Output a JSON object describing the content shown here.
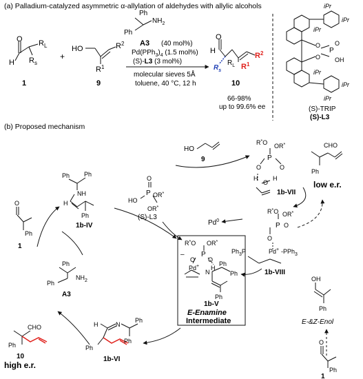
{
  "panel_a": {
    "title": "(a) Palladium-catalyzed asymmetric α-allylation of aldehydes with allylic alcohols",
    "aldehyde": {
      "label": "1",
      "o": "O",
      "h": "H",
      "rl": "R",
      "rl_sub": "L",
      "rs": "R",
      "rs_sub": "s"
    },
    "plus": "+",
    "alcohol": {
      "label": "9",
      "ho": "HO",
      "r1": "R",
      "r1_sup": "1",
      "r2": "R",
      "r2_sup": "2"
    },
    "reagent": {
      "amine_ph": "Ph",
      "amine_nh2": "NH",
      "amine_nh2_sub": "2",
      "a3": "A3",
      "a3_load": "(40 mol%)",
      "pd": "Pd(PPh",
      "pd_sub": "3",
      "pd_rest": ")",
      "pd_sub2": "4",
      "pd_load": " (1.5 mol%)",
      "l3_pre": "(S)-",
      "l3": "L3",
      "l3_load": " (3 mol%)",
      "sieves": "molecular sieves 5Å",
      "conditions": "toluene, 40 °C, 12 h"
    },
    "product": {
      "label": "10",
      "o": "O",
      "h": "H",
      "rs": "R",
      "rs_sub": "s",
      "rl": "R",
      "rl_sub": "L",
      "r1": "R",
      "r1_sup": "1",
      "r2": "R",
      "r2_sup": "2",
      "yield": "66-98%",
      "ee": "up to 99.6% ee"
    },
    "catalyst": {
      "ipr": "iPr",
      "p": "P",
      "o": "O",
      "oh": "OH",
      "name": "(S)-TRIP",
      "label": "(S)-L3"
    }
  },
  "panel_b": {
    "title": "(b) Proposed mechanism",
    "ho": "HO",
    "allyl_label": "9",
    "vii_label": "1b-VII",
    "viii_label": "1b-VIII",
    "v_label": "1b-V",
    "vi_label": "1b-VI",
    "iv_label": "1b-IV",
    "l3_label": "(S)-L3",
    "pd0": "Pd",
    "pd0_sup": "0",
    "box_line1": "E-Enamine",
    "box_line2": "Intermediate",
    "low_er": "low e.r.",
    "high_er": "high e.r.",
    "enol": "E-&Z-Enol",
    "a3": "A3",
    "one": "1",
    "ten": "10",
    "ph": "Ph",
    "nh": "NH",
    "nh2": "NH",
    "nh2_sub": "2",
    "n": "N",
    "h": "H",
    "o": "O",
    "oh": "OH",
    "p": "P",
    "ro": "R",
    "ro_sup": "*",
    "or": "OR",
    "or_sup": "*",
    "cho": "CHO",
    "pd_plus": "Pd",
    "pd_plus_sup": "+",
    "ph3p": "Ph",
    "ph3p_sub": "3",
    "ph3p_rest": "P",
    "pph3": "PPh",
    "pph3_sub": "3",
    "minus": "–"
  },
  "colors": {
    "ink": "#111111",
    "blue": "#1f3fb5",
    "red": "#e0201b"
  }
}
